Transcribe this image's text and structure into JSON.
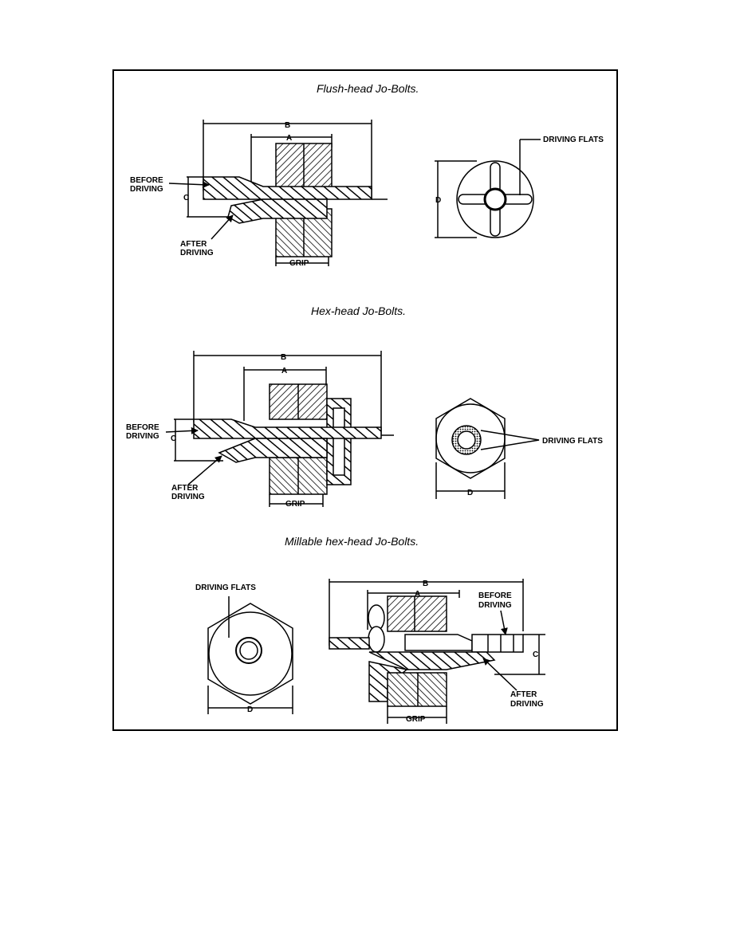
{
  "sections": [
    {
      "title": "Flush-head Jo-Bolts.",
      "labels": {
        "b": "B",
        "a": "A",
        "c": "C",
        "d": "D",
        "grip": "GRIP",
        "before1": "BEFORE",
        "before2": "DRIVING",
        "after1": "AFTER",
        "after2": "DRIVING",
        "flats": "DRIVING FLATS"
      }
    },
    {
      "title": "Hex-head Jo-Bolts.",
      "labels": {
        "b": "B",
        "a": "A",
        "c": "C",
        "d": "D",
        "grip": "GRIP",
        "before1": "BEFORE",
        "before2": "DRIVING",
        "after1": "AFTER",
        "after2": "DRIVING",
        "flats": "DRIVING FLATS"
      }
    },
    {
      "title": "Millable hex-head Jo-Bolts.",
      "labels": {
        "b": "B",
        "a": "A",
        "c": "C",
        "d": "D",
        "grip": "GRIP",
        "before1": "BEFORE",
        "before2": "DRIVING",
        "after1": "AFTER",
        "after2": "DRIVING",
        "flats": "DRIVING FLATS"
      }
    }
  ],
  "colors": {
    "line": "#000000",
    "background": "#ffffff"
  }
}
